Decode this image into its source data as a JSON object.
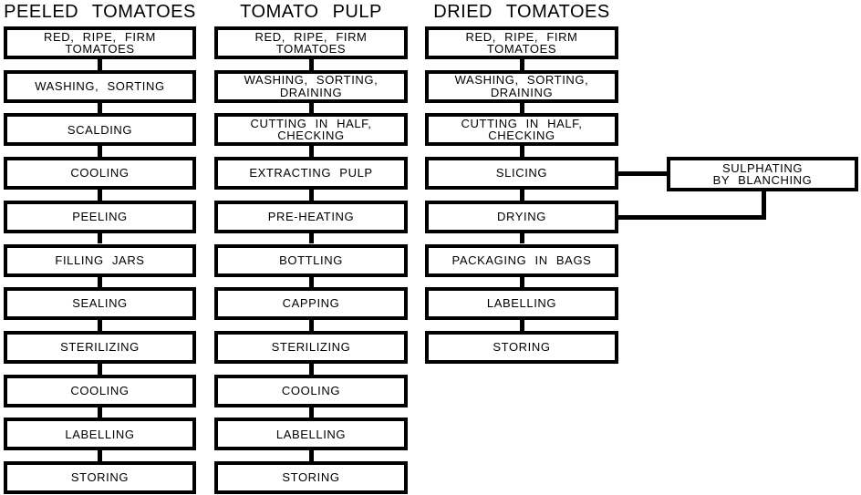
{
  "diagram": {
    "colors": {
      "ink": "#000000",
      "paper": "#ffffff"
    },
    "columns": [
      {
        "title": "PEELED TOMATOES",
        "steps": [
          {
            "lines": [
              "RED, RIPE, FIRM",
              "TOMATOES"
            ]
          },
          {
            "lines": [
              "WASHING, SORTING"
            ]
          },
          {
            "lines": [
              "SCALDING"
            ]
          },
          {
            "lines": [
              "COOLING"
            ]
          },
          {
            "lines": [
              "PEELING"
            ]
          },
          {
            "lines": [
              "FILLING JARS"
            ]
          },
          {
            "lines": [
              "SEALING"
            ]
          },
          {
            "lines": [
              "STERILIZING"
            ]
          },
          {
            "lines": [
              "COOLING"
            ]
          },
          {
            "lines": [
              "LABELLING"
            ]
          },
          {
            "lines": [
              "STORING"
            ]
          }
        ]
      },
      {
        "title": "TOMATO PULP",
        "steps": [
          {
            "lines": [
              "RED, RIPE, FIRM",
              "TOMATOES"
            ]
          },
          {
            "lines": [
              "WASHING, SORTING,",
              "DRAINING"
            ]
          },
          {
            "lines": [
              "CUTTING IN HALF,",
              "CHECKING"
            ]
          },
          {
            "lines": [
              "EXTRACTING PULP"
            ]
          },
          {
            "lines": [
              "PRE-HEATING"
            ]
          },
          {
            "lines": [
              "BOTTLING"
            ]
          },
          {
            "lines": [
              "CAPPING"
            ]
          },
          {
            "lines": [
              "STERILIZING"
            ]
          },
          {
            "lines": [
              "COOLING"
            ]
          },
          {
            "lines": [
              "LABELLING"
            ]
          },
          {
            "lines": [
              "STORING"
            ]
          }
        ]
      },
      {
        "title": "DRIED TOMATOES",
        "steps": [
          {
            "lines": [
              "RED, RIPE, FIRM",
              "TOMATOES"
            ]
          },
          {
            "lines": [
              "WASHING, SORTING,",
              "DRAINING"
            ]
          },
          {
            "lines": [
              "CUTTING IN HALF,",
              "CHECKING"
            ]
          },
          {
            "lines": [
              "SLICING"
            ]
          },
          {
            "lines": [
              "DRYING"
            ]
          },
          {
            "lines": [
              "PACKAGING IN BAGS"
            ]
          },
          {
            "lines": [
              "LABELLING"
            ]
          },
          {
            "lines": [
              "STORING"
            ]
          }
        ]
      }
    ],
    "side_box": {
      "lines": [
        "SULPHATING",
        "BY BLANCHING"
      ],
      "connects_from": "SLICING",
      "connects_to": "DRYING"
    }
  }
}
